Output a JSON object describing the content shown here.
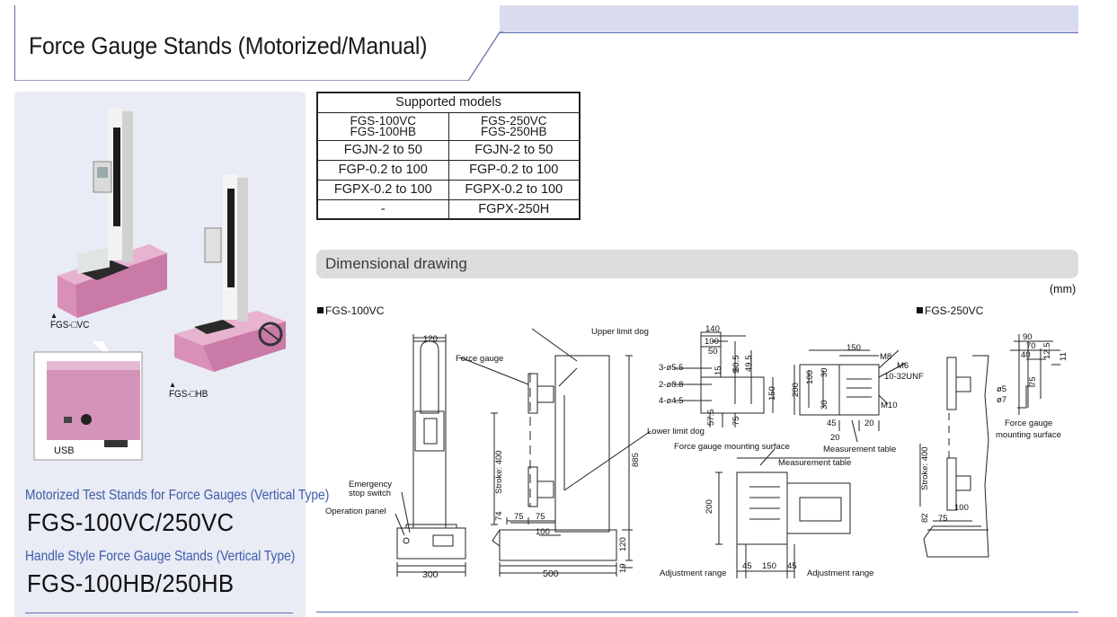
{
  "header": {
    "title": "Force Gauge Stands (Motorized/Manual)",
    "band_color": "#d9dcee",
    "accent_color": "#5e6db0"
  },
  "product_panel": {
    "background": "#e9ebf5",
    "photo_labels": {
      "vc_model": "FGS-□VC",
      "hb_model": "FGS-□HB",
      "usb": "USB"
    },
    "motorized_type": "Motorized Test Stands for Force Gauges (Vertical Type)",
    "motorized_models": "FGS-100VC/250VC",
    "handle_type": "Handle Style Force Gauge Stands (Vertical Type)",
    "handle_models": "FGS-100HB/250HB",
    "type_color": "#3d5ba8"
  },
  "supported_models": {
    "caption": "Supported models",
    "columns": [
      [
        "FGS-100VC",
        "FGS-100HB"
      ],
      [
        "FGS-250VC",
        "FGS-250HB"
      ]
    ],
    "rows": [
      [
        "FGJN-2 to 50",
        "FGJN-2 to 50"
      ],
      [
        "FGP-0.2 to 100",
        "FGP-0.2 to 100"
      ],
      [
        "FGPX-0.2 to 100",
        "FGPX-0.2 to 100"
      ],
      [
        "-",
        "FGPX-250H"
      ]
    ]
  },
  "dimensional": {
    "title": "Dimensional drawing",
    "unit": "(mm)",
    "drawing_100vc": "FGS-100VC",
    "drawing_250vc": "FGS-250VC",
    "labels": {
      "emergency1": "Emergency",
      "emergency2": "stop switch",
      "operation_panel": "Operation panel",
      "force_gauge": "Force gauge",
      "upper_limit": "Upper limit dog",
      "lower_limit": "Lower limit dog",
      "stroke400a": "Stroke: 400",
      "stroke400b": "Stroke: 400",
      "mount_surface": "Force gauge mounting surface",
      "measurement_table": "Measurement table",
      "measurement_table2": "Measurement table",
      "adjustment_range1": "Adjustment range",
      "adjustment_range2": "Adjustment range",
      "fg_mount1": "Force gauge",
      "fg_mount2": "mounting surface",
      "hole1": "3-ø5.5",
      "hole2": "2-ø8.8",
      "hole3": "4-ø4.5",
      "m8": "M8",
      "m6": "M6",
      "unf": "10-32UNF",
      "m10": "M10",
      "phi5": "ø5",
      "phi7": "ø7"
    },
    "dims": {
      "d120a": "120",
      "d300": "300",
      "d500": "500",
      "d885": "885",
      "d120b": "120",
      "d19": "19",
      "d74": "74",
      "d75a": "75",
      "d75b": "75",
      "d100a": "100",
      "d140": "140",
      "d100b": "100",
      "d50": "50",
      "d30_5": "30.5",
      "d49_5": "49.5",
      "d15": "15",
      "d9": "9",
      "d150a": "150",
      "d57_5": "57.5",
      "d75c": "75",
      "d150b": "150",
      "d200a": "200",
      "d100c": "100",
      "d30a": "30",
      "d30b": "30",
      "d45a": "45",
      "d20a": "20",
      "d20b": "20",
      "d200b": "200",
      "d45b": "45",
      "d150c": "150",
      "d45c": "45",
      "d90": "90",
      "d70": "70",
      "d40": "40",
      "d12_5": "12.5",
      "d11": "11",
      "d75d": "75",
      "d82": "82",
      "d75e": "75",
      "d100d": "100"
    }
  }
}
